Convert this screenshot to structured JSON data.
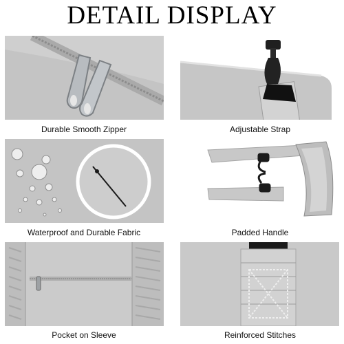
{
  "header": {
    "title": "DETAIL DISPLAY"
  },
  "panels": [
    {
      "caption": "Durable Smooth Zipper"
    },
    {
      "caption": "Adjustable Strap"
    },
    {
      "caption": "Waterproof and Durable Fabric"
    },
    {
      "caption": "Padded Handle"
    },
    {
      "caption": "Pocket on Sleeve"
    },
    {
      "caption": "Reinforced Stitches"
    }
  ],
  "colors": {
    "fabric": "#c9c9c9",
    "hardware": "#1a1a1a",
    "metal": "#bfc3c6"
  }
}
